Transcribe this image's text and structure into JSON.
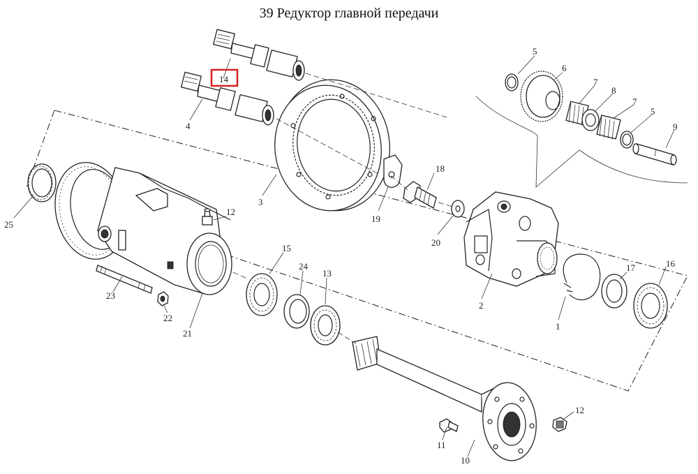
{
  "title": "39 Редуктор главной передачи",
  "highlight_color": "#d62020",
  "callouts": {
    "c1": "1",
    "c2": "2",
    "c3": "3",
    "c4": "4",
    "c5a": "5",
    "c5b": "5",
    "c6": "6",
    "c7a": "7",
    "c7b": "7",
    "c8": "8",
    "c9": "9",
    "c10": "10",
    "c11": "11",
    "c12a": "12",
    "c12b": "12",
    "c13": "13",
    "c14": "14",
    "c15": "15",
    "c16": "16",
    "c17": "17",
    "c18": "18",
    "c19": "19",
    "c20": "20",
    "c21": "21",
    "c22": "22",
    "c23": "23",
    "c24": "24",
    "c25": "25"
  }
}
